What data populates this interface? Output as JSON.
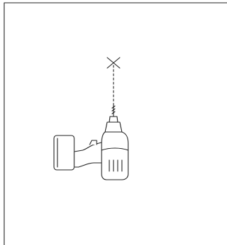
{
  "diagram": {
    "type": "technical-illustration",
    "subject_icon": "cordless-drill-icon",
    "target_icon": "cross-mark-icon",
    "guide_style": "dashed-vertical-line",
    "orientation": "drill-pointing-up-toward-mark",
    "colors": {
      "line": "#222222",
      "background": "#ffffff"
    }
  }
}
